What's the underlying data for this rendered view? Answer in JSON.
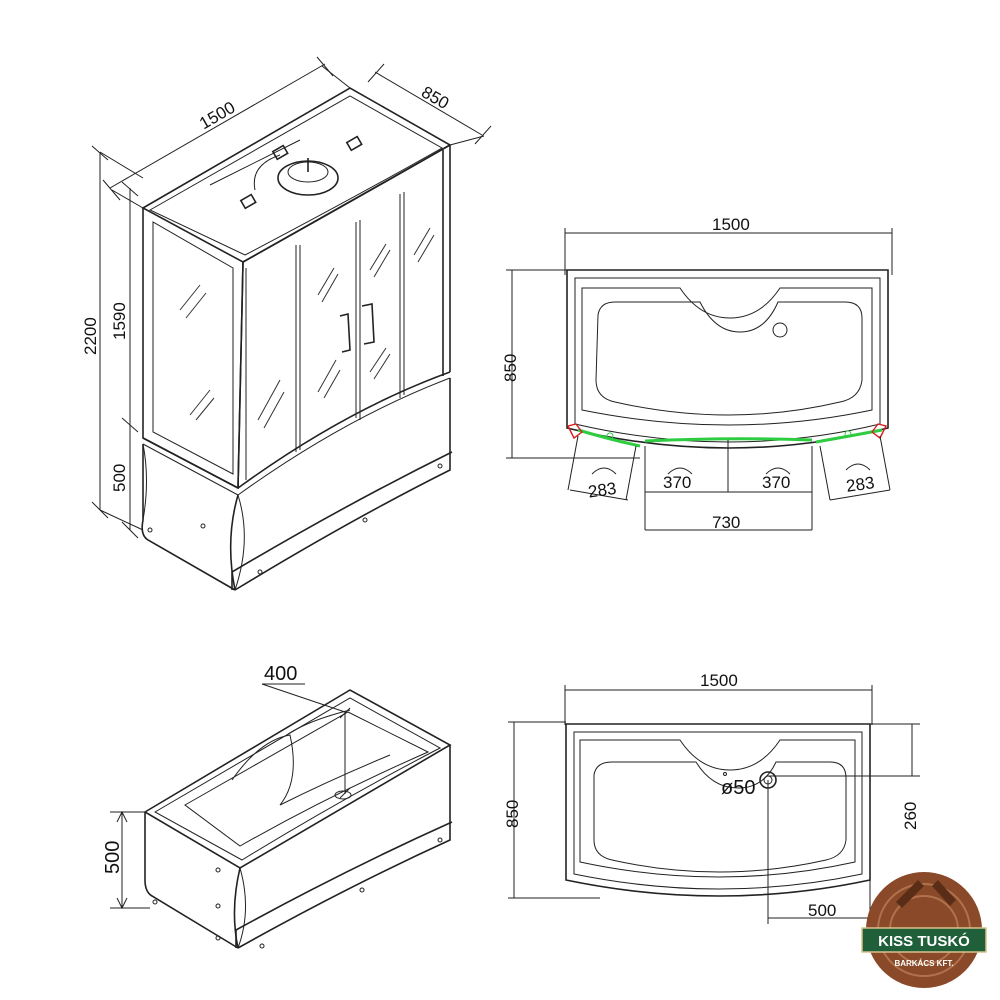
{
  "cabin_view": {
    "dim_width": "1500",
    "dim_depth": "850",
    "dim_total_height": "2200",
    "dim_cabin_height": "1590",
    "dim_base_height": "500"
  },
  "plan_top": {
    "dim_width": "1500",
    "dim_depth": "850",
    "segments": [
      "283",
      "370",
      "370",
      "283"
    ],
    "dim_door": "730"
  },
  "tub_view": {
    "dim_depth": "400",
    "dim_height": "500"
  },
  "plan_bottom": {
    "dim_width": "1500",
    "dim_depth": "850",
    "drain_label": "ø50",
    "dim_drain_y": "260",
    "dim_drain_x": "500"
  },
  "logo": {
    "name": "KISS TUSKÓ",
    "sub": "BARKÁCS KFT."
  },
  "colors": {
    "line": "#222222",
    "door_seal": "#2ecc40",
    "corner_mark": "#d92020",
    "logo_wood": "#8a4a2a",
    "logo_band": "#1f5f3a"
  }
}
